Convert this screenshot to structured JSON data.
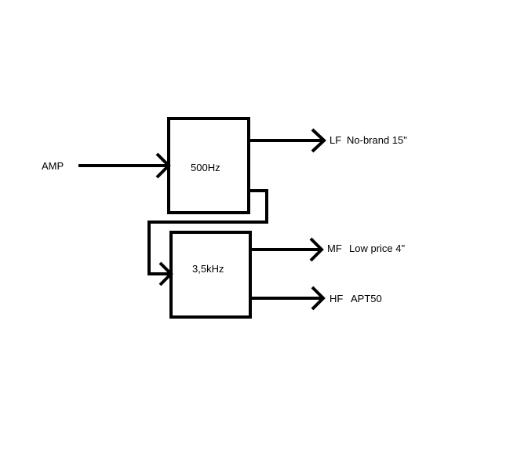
{
  "diagram": {
    "input_label": "AMP",
    "filters": [
      {
        "id": "crossover-500",
        "label": "500Hz"
      },
      {
        "id": "crossover-3k5",
        "label": "3,5kHz"
      }
    ],
    "outputs": [
      {
        "band": "LF",
        "driver": "No-brand 15\""
      },
      {
        "band": "MF",
        "driver": "Low price 4\""
      },
      {
        "band": "HF",
        "driver": "APT50"
      }
    ]
  },
  "colors": {
    "stroke": "#000000",
    "background": "#ffffff"
  }
}
